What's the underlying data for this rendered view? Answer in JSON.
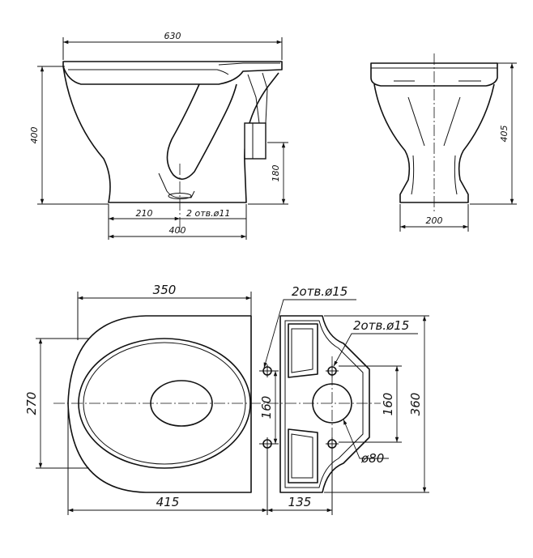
{
  "side_view": {
    "dim_total_length": "630",
    "dim_height": "400",
    "dim_outlet_height": "180",
    "dim_hole_offset": "210",
    "dim_base_length": "400",
    "note_holes": "2 отв.ø11"
  },
  "front_view": {
    "dim_height": "405",
    "dim_base_width": "200"
  },
  "top_view": {
    "dim_bowl_length": "350",
    "dim_width": "270",
    "dim_front_length": "415",
    "dim_tank_depth": "135",
    "dim_total_width": "360",
    "dim_hole_spacing_left": "160",
    "dim_hole_spacing_right": "160",
    "note_holes_left": "2отв.ø15",
    "note_holes_right": "2отв.ø15",
    "note_outlet_diameter": "ø80"
  }
}
